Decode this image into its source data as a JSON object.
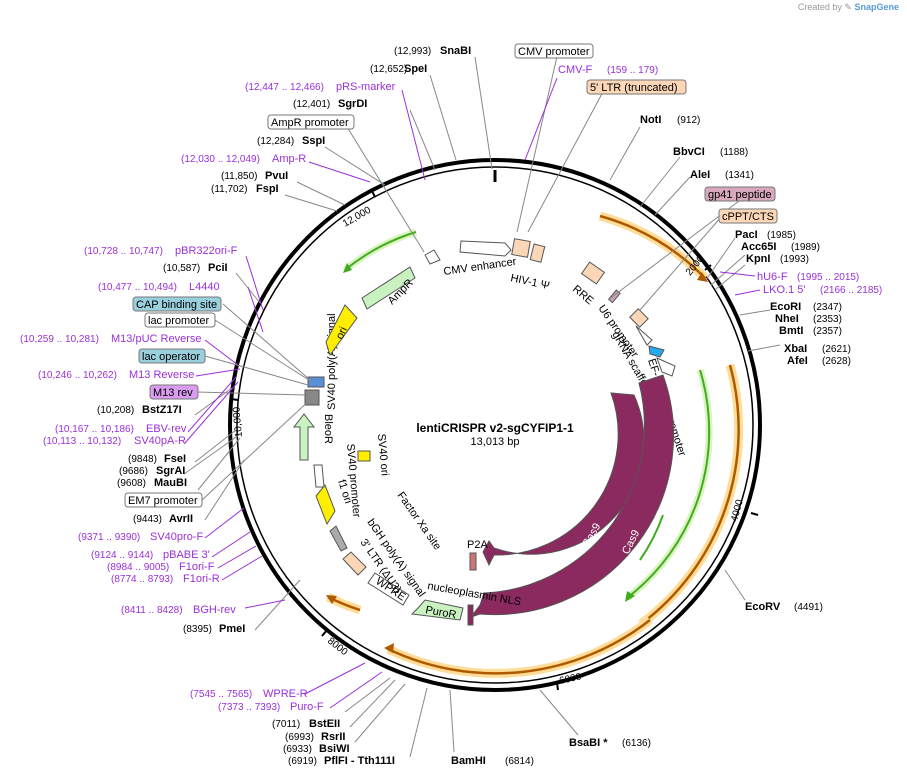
{
  "app": {
    "credit_prefix": "Created by",
    "credit_brand": "SnapGene"
  },
  "plasmid": {
    "name": "lentiCRISPR v2-sgCYFIP1-1",
    "length": "13,013 bp"
  },
  "colors": {
    "primer": "#9b30d9",
    "cas9": "#8b2a5e",
    "ori": "#ffee00",
    "green_feature": "#c9f2c0",
    "ltr": "#f9d9b8",
    "orange_track": "#ff9900",
    "green_track": "#44aa22"
  },
  "ticks": [
    {
      "label": "2000"
    },
    {
      "label": "4000"
    },
    {
      "label": "6000"
    },
    {
      "label": "8000"
    },
    {
      "label": "10,000"
    },
    {
      "label": "12,000"
    }
  ],
  "sites": [
    {
      "name": "SnaBI",
      "pos": "(12,993)"
    },
    {
      "name": "SpeI",
      "pos": "(12,652)"
    },
    {
      "name": "SgrDI",
      "pos": "(12,401)"
    },
    {
      "name": "SspI",
      "pos": "(12,284)"
    },
    {
      "name": "PvuI",
      "pos": "(11,850)"
    },
    {
      "name": "FspI",
      "pos": "(11,702)"
    },
    {
      "name": "PciI",
      "pos": "(10,587)"
    },
    {
      "name": "BstZ17I",
      "pos": "(10,208)"
    },
    {
      "name": "FseI",
      "pos": "(9848)"
    },
    {
      "name": "SgrAI",
      "pos": "(9686)"
    },
    {
      "name": "MauBI",
      "pos": "(9608)"
    },
    {
      "name": "AvrII",
      "pos": "(9443)"
    },
    {
      "name": "PmeI",
      "pos": "(8395)"
    },
    {
      "name": "BstEII",
      "pos": "(7011)"
    },
    {
      "name": "RsrII",
      "pos": "(6993)"
    },
    {
      "name": "BsiWI",
      "pos": "(6933)"
    },
    {
      "name": "PflFI - Tth111I",
      "pos": "(6919)"
    },
    {
      "name": "BamHI",
      "pos": "(6814)"
    },
    {
      "name": "BsaBI *",
      "pos": "(6136)"
    },
    {
      "name": "EcoRV",
      "pos": "(4491)"
    },
    {
      "name": "NotI",
      "pos": "(912)"
    },
    {
      "name": "BbvCI",
      "pos": "(1188)"
    },
    {
      "name": "AleI",
      "pos": "(1341)"
    },
    {
      "name": "PacI",
      "pos": "(1985)"
    },
    {
      "name": "Acc65I",
      "pos": "(1989)"
    },
    {
      "name": "KpnI",
      "pos": "(1993)"
    },
    {
      "name": "EcoRI",
      "pos": "(2347)"
    },
    {
      "name": "NheI",
      "pos": "(2353)"
    },
    {
      "name": "BmtI",
      "pos": "(2357)"
    },
    {
      "name": "XbaI",
      "pos": "(2621)"
    },
    {
      "name": "AfeI",
      "pos": "(2628)"
    }
  ],
  "primers": [
    {
      "name": "CMV-F",
      "pos": "(159 .. 179)"
    },
    {
      "name": "pRS-marker",
      "pos": "(12,447 .. 12,466)"
    },
    {
      "name": "Amp-R",
      "pos": "(12,030 .. 12,049)"
    },
    {
      "name": "pBR322ori-F",
      "pos": "(10,728 .. 10,747)"
    },
    {
      "name": "L4440",
      "pos": "(10,477 .. 10,494)"
    },
    {
      "name": "M13/pUC Reverse",
      "pos": "(10,259 .. 10,281)"
    },
    {
      "name": "M13 Reverse",
      "pos": "(10,246 .. 10,262)"
    },
    {
      "name": "EBV-rev",
      "pos": "(10,167 .. 10,186)"
    },
    {
      "name": "SV40pA-R",
      "pos": "(10,113 .. 10,132)"
    },
    {
      "name": "SV40pro-F",
      "pos": "(9371 .. 9390)"
    },
    {
      "name": "pBABE 3'",
      "pos": "(9124 .. 9144)"
    },
    {
      "name": "F1ori-F",
      "pos": "(8984 .. 9005)"
    },
    {
      "name": "F1ori-R",
      "pos": "(8774 .. 8793)"
    },
    {
      "name": "BGH-rev",
      "pos": "(8411 .. 8428)"
    },
    {
      "name": "WPRE-R",
      "pos": "(7545 .. 7565)"
    },
    {
      "name": "Puro-F",
      "pos": "(7373 .. 7393)"
    },
    {
      "name": "hU6-F",
      "pos": "(1995 .. 2015)"
    },
    {
      "name": "LKO.1 5'",
      "pos": "(2166 .. 2185)"
    }
  ],
  "boxed_labels": [
    {
      "name": "CMV promoter"
    },
    {
      "name": "5' LTR (truncated)"
    },
    {
      "name": "gp41 peptide"
    },
    {
      "name": "cPPT/CTS"
    },
    {
      "name": "AmpR promoter"
    },
    {
      "name": "CAP binding site"
    },
    {
      "name": "lac promoter"
    },
    {
      "name": "lac operator"
    },
    {
      "name": "M13 rev"
    },
    {
      "name": "EM7 promoter"
    }
  ],
  "features": [
    {
      "name": "CMV enhancer"
    },
    {
      "name": "HIV-1 Ψ"
    },
    {
      "name": "RRE"
    },
    {
      "name": "U6 promoter"
    },
    {
      "name": "gRNA scaffold"
    },
    {
      "name": "EF-1α core promoter"
    },
    {
      "name": "Cas9"
    },
    {
      "name": "Cas9"
    },
    {
      "name": "P2A"
    },
    {
      "name": "nucleoplasmin NLS"
    },
    {
      "name": "PuroR"
    },
    {
      "name": "WPRE"
    },
    {
      "name": "3' LTR (ΔU3)"
    },
    {
      "name": "bGH poly(A) signal"
    },
    {
      "name": "Factor Xa site"
    },
    {
      "name": "f1 ori"
    },
    {
      "name": "SV40 promoter"
    },
    {
      "name": "SV40 ori"
    },
    {
      "name": "BleoR"
    },
    {
      "name": "SV40 poly(A) signal"
    },
    {
      "name": "ori"
    },
    {
      "name": "AmpR"
    }
  ]
}
